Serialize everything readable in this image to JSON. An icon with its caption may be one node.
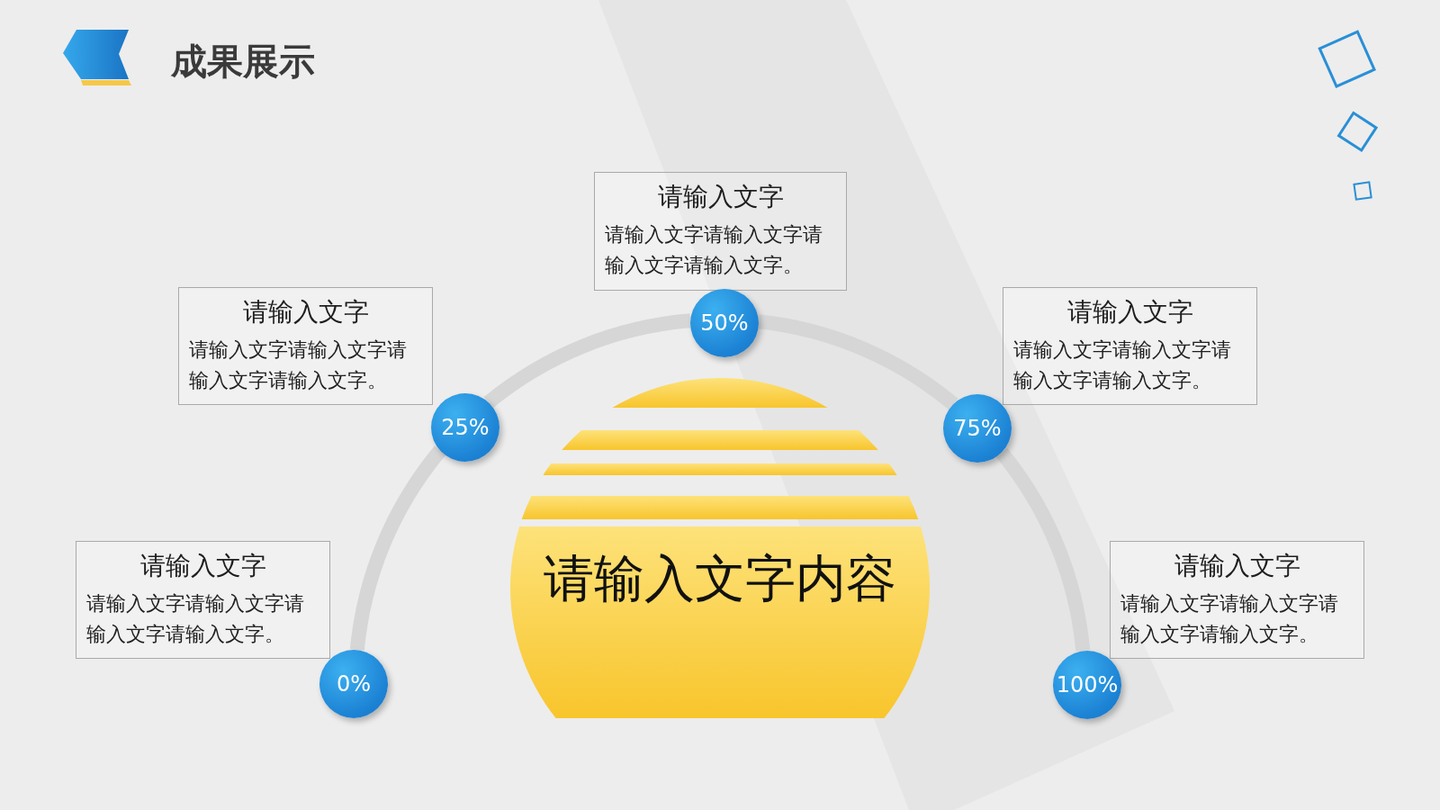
{
  "diagram": {
    "title": "成果展示",
    "nodes": [
      {
        "text": [
          "请输入文字内容"
        ]
      },
      {
        "text": [
          "0%"
        ]
      },
      {
        "text": [
          "请输入文字",
          "请输入文字请输入文字请输入文字请输入文字。"
        ]
      },
      {
        "text": [
          "25%"
        ]
      },
      {
        "text": [
          "请输入文字",
          "请输入文字请输入文字请输入文字请输入文字。"
        ]
      },
      {
        "text": [
          "50%"
        ]
      },
      {
        "text": [
          "请输入文字",
          "请输入文字请输入文字请输入文字请输入文字。"
        ]
      },
      {
        "text": [
          "75%"
        ]
      },
      {
        "text": [
          "请输入文字",
          "请输入文字请输入文字请输入文字请输入文字。"
        ]
      },
      {
        "text": [
          "100%"
        ]
      },
      {
        "text": [
          "请输入文字",
          "请输入文字请输入文字请输入文字请输入文字。"
        ]
      }
    ],
    "edges": [
      {
        "from": 1,
        "to": 3,
        "arrow": "none"
      },
      {
        "from": 3,
        "to": 5,
        "arrow": "none"
      },
      {
        "from": 5,
        "to": 7,
        "arrow": "none"
      },
      {
        "from": 7,
        "to": 9,
        "arrow": "none"
      }
    ]
  }
}
